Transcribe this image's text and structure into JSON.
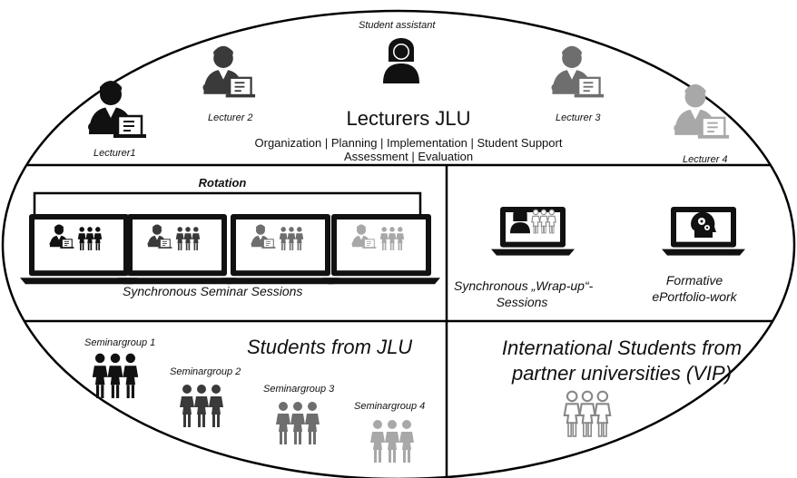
{
  "top": {
    "student_assistant": "Student assistant",
    "title": "Lecturers JLU",
    "tasks_line1": "Organization | Planning | Implementation | Student Support",
    "tasks_line2": "Assessment | Evaluation",
    "lecturers": [
      "Lecturer1",
      "Lecturer 2",
      "Lecturer 3",
      "Lecturer 4"
    ]
  },
  "middle_left": {
    "rotation": "Rotation",
    "caption": "Synchronous Seminar Sessions"
  },
  "middle_right": {
    "wrapup_line1": "Synchronous „Wrap-up“-",
    "wrapup_line2": "Sessions",
    "portfolio_line1": "Formative",
    "portfolio_line2": "ePortfolio-work"
  },
  "bottom_left": {
    "title": "Students from JLU",
    "groups": [
      "Seminargroup 1",
      "Seminargroup 2",
      "Seminargroup 3",
      "Seminargroup 4"
    ]
  },
  "bottom_right": {
    "title_line1": "International Students from",
    "title_line2": "partner universities (VIP)"
  },
  "colors": {
    "lecturer_shades": [
      "#111111",
      "#3a3a3a",
      "#6e6e6e",
      "#a8a8a8"
    ],
    "group_shades": [
      "#111111",
      "#3a3a3a",
      "#6e6e6e",
      "#a8a8a8"
    ],
    "outline": "#000000"
  }
}
